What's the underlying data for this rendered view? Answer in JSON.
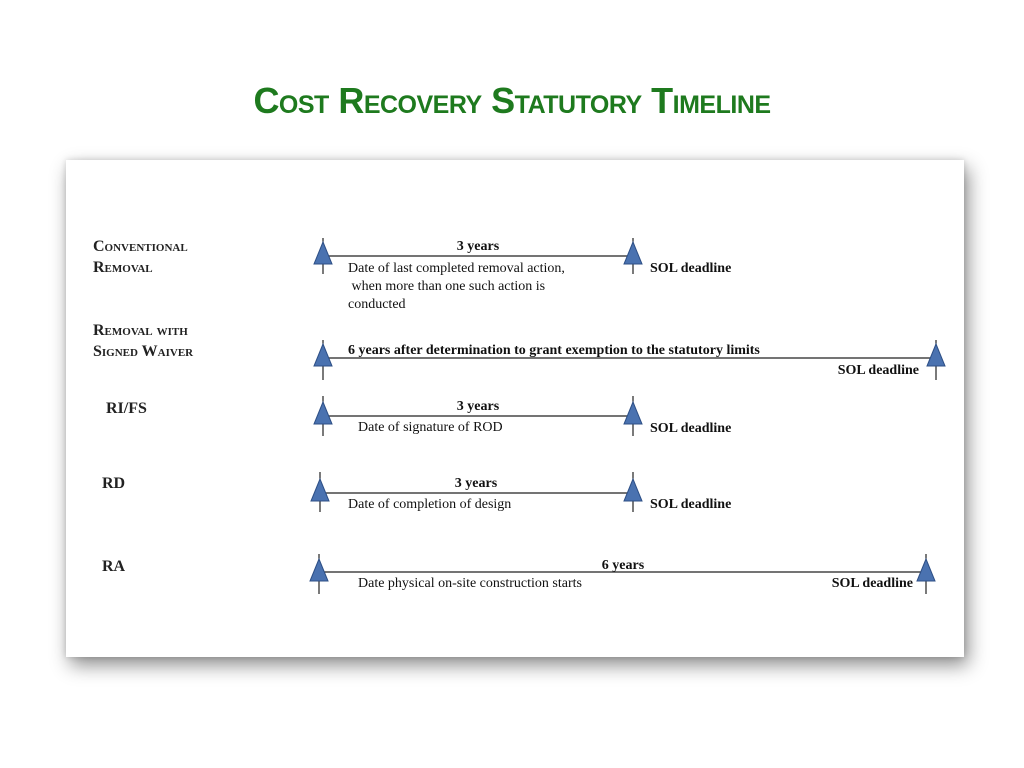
{
  "title": "Cost Recovery Statutory Timeline",
  "rows": [
    {
      "label_lines": [
        "Conventional",
        "Removal"
      ],
      "duration": "3 years",
      "start_lines": [
        "Date of last completed removal action,",
        " when more than one such action is",
        "conducted"
      ],
      "end_label": "SOL deadline"
    },
    {
      "label_lines": [
        "Removal with",
        "Signed Waiver"
      ],
      "duration": "6 years after determination to grant exemption to the statutory limits",
      "start_lines": [],
      "end_label": "SOL deadline"
    },
    {
      "label_lines": [
        "RI/FS"
      ],
      "duration": "3 years",
      "start_lines": [
        "Date of signature of ROD"
      ],
      "end_label": "SOL deadline"
    },
    {
      "label_lines": [
        "RD"
      ],
      "duration": "3 years",
      "start_lines": [
        "Date of completion of design"
      ],
      "end_label": "SOL deadline"
    },
    {
      "label_lines": [
        "RA"
      ],
      "duration": "6 years",
      "start_lines": [
        "Date physical on-site construction starts"
      ],
      "end_label": "SOL deadline"
    }
  ],
  "colors": {
    "title": "#1e7a1e",
    "marker_fill": "#4a72b0",
    "marker_stroke": "#2d4f86",
    "line": "#222222"
  }
}
